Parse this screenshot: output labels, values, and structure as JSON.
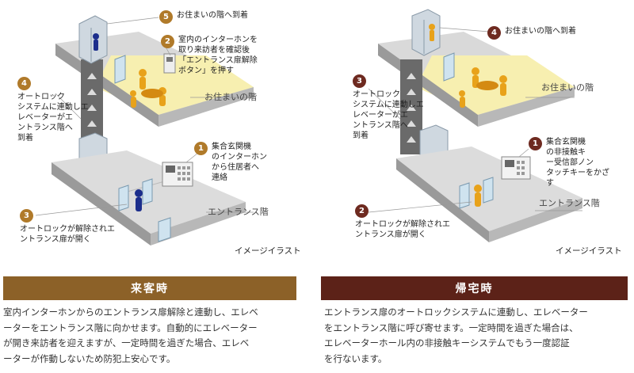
{
  "visitor": {
    "title": "来客時",
    "caption": "イメージイラスト",
    "floor_home": "お住まいの階",
    "floor_entrance": "エントランス階",
    "steps": [
      {
        "num": "1",
        "text": "集合玄関機\nのインターホン\nから住居者へ\n連絡"
      },
      {
        "num": "2",
        "text": "室内のインターホンを\n取り来訪者を確認後\n「エントランス扉解除\nボタン」を押す"
      },
      {
        "num": "3",
        "text": "オートロックが解除されエ\nントランス扉が開く"
      },
      {
        "num": "4",
        "text": "オートロック\nシステムに連動しエ\nレベーターがエ\nントランス階へ\n到着"
      },
      {
        "num": "5",
        "text": "お住まいの階へ到着"
      }
    ],
    "description": "室内インターホンからのエントランス扉解除と連動し、エレベ\nーターをエントランス階に向かせます。自動的にエレベーター\nが開き来訪者を迎えますが、一定時間を過ぎた場合、エレベ\nーターが作動しないため防犯上安心です。"
  },
  "resident": {
    "title": "帰宅時",
    "caption": "イメージイラスト",
    "floor_home": "お住まいの階",
    "floor_entrance": "エントランス階",
    "steps": [
      {
        "num": "1",
        "text": "集合玄関機\nの非接触キ\nー受信部ノン\nタッチキーをかざ\nす"
      },
      {
        "num": "2",
        "text": "オートロックが解除されエ\nントランス扉が開く"
      },
      {
        "num": "3",
        "text": "オートロック\nシステムに連動しエ\nレベーターがエ\nントランス階へ\n到着"
      },
      {
        "num": "4",
        "text": "お住まいの階へ到着"
      }
    ],
    "description": "エントランス扉のオートロックシステムに連動し、エレベーター\nをエントランス階に呼び寄せます。一定時間を過ぎた場合は、\nエレベーターホール内の非接触キーシステムでもう一度認証\nを行ないます。"
  },
  "colors": {
    "visitor_accent": "#8c6128",
    "resident_accent": "#5c2218",
    "home_floor": "#f7efb0",
    "person_resident": "#e8a21a",
    "person_visitor": "#1c2e8c"
  }
}
